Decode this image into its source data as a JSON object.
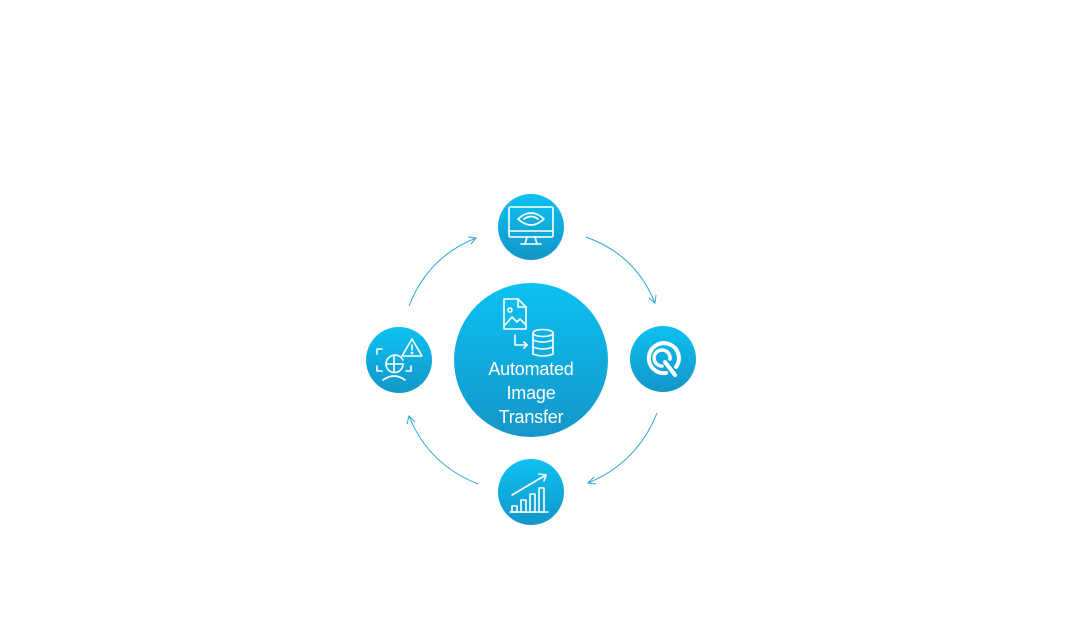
{
  "center": {
    "label_lines": [
      "Automated",
      "Image",
      "Transfer"
    ],
    "icon": "image-to-database-icon"
  },
  "satellites": {
    "top": {
      "icon": "monitor-ultrasound-icon"
    },
    "right": {
      "icon": "q-logo-icon"
    },
    "bottom": {
      "icon": "growth-bar-chart-icon"
    },
    "left": {
      "icon": "face-scan-alert-icon"
    }
  },
  "colors": {
    "gradient_top": "#0cc1f2",
    "gradient_bottom": "#1496c8",
    "arrow": "#2aa9d6",
    "icon_stroke": "#ffffff",
    "background": "#ffffff"
  }
}
